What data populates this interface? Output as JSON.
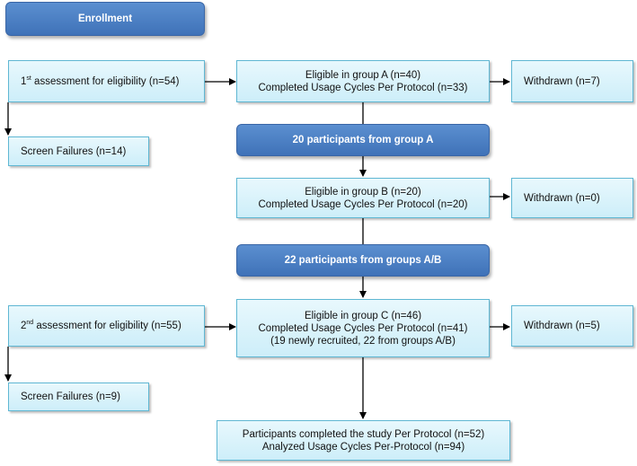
{
  "enrollment": "Enrollment",
  "assessment1": {
    "pre": "1",
    "sup": "st",
    "post": " assessment for eligibility (n=54)"
  },
  "assessment2": {
    "pre": "2",
    "sup": "nd",
    "post": " assessment for eligibility (n=55)"
  },
  "screen1": "Screen Failures  (n=14)",
  "screen2": "Screen Failures  (n=9)",
  "groupA": [
    "Eligible in group A (n=40)",
    "Completed Usage Cycles Per Protocol (n=33)"
  ],
  "groupB": [
    "Eligible in group B (n=20)",
    "Completed Usage Cycles Per Protocol (n=20)"
  ],
  "groupC": [
    "Eligible in group C (n=46)",
    "Completed Usage Cycles Per Protocol (n=41)",
    "(19 newly recruited, 22 from groups A/B)"
  ],
  "withdrawnA": "Withdrawn (n=7)",
  "withdrawnB": "Withdrawn (n=0)",
  "withdrawnC": "Withdrawn (n=5)",
  "transfer1": "20 participants from group A",
  "transfer2": "22 participants from groups A/B",
  "final": [
    "Participants completed the study Per Protocol (n=52)",
    "Analyzed Usage Cycles Per-Protocol (n=94)"
  ]
}
